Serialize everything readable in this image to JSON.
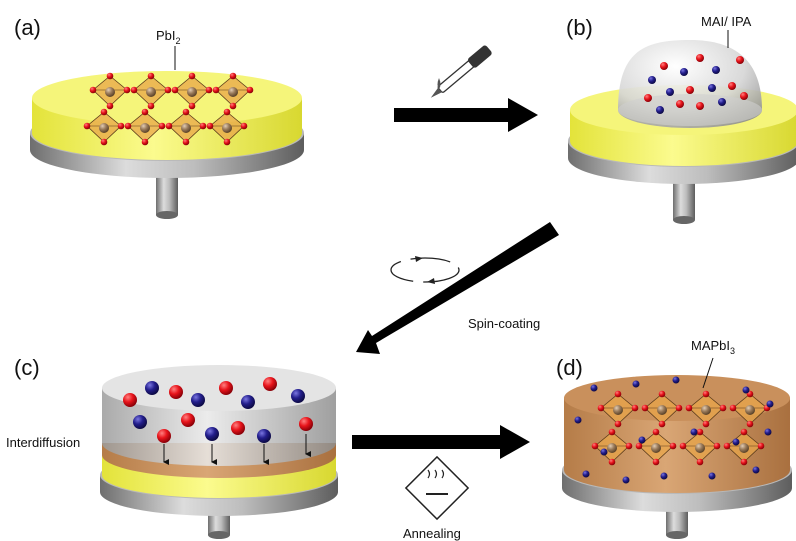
{
  "panels": {
    "a": {
      "label": "(a)",
      "annotation": "PbI",
      "annotation_sub": "2"
    },
    "b": {
      "label": "(b)",
      "annotation": "MAI/ IPA"
    },
    "c": {
      "label": "(c)",
      "annotation": "Interdiffusion"
    },
    "d": {
      "label": "(d)",
      "annotation": "MAPbI",
      "annotation_sub": "3"
    }
  },
  "steps": {
    "spin": {
      "label": "Spin-coating"
    },
    "anneal": {
      "label": "Annealing"
    }
  },
  "colors": {
    "pbi2_film": "#f2f25a",
    "perovskite_film": "#c9905c",
    "iodide": "#e8141b",
    "ma_cation": "#231e8c",
    "lead": "#9a7b5b",
    "octahedron": "#e8a64a",
    "substrate": "#c8c8c8",
    "arrow": "#000000"
  },
  "icons": [
    "spin-rotation-icon",
    "hotplate-heat-icon",
    "dropper-icon"
  ]
}
